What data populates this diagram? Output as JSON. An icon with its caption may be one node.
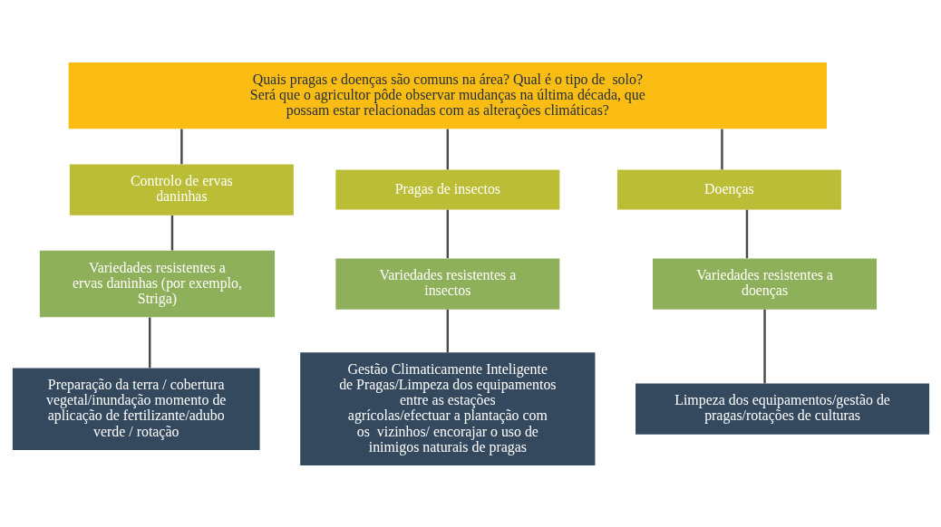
{
  "diagram": {
    "nodes": [
      {
        "text": [
          "Quais pragas e doenças são comuns na área? Qual é o tipo de  solo? Será que o agricultor pôde observar mudanças na última década, que possam estar relacionadas com as alterações climáticas?"
        ]
      },
      {
        "text": [
          "Controlo de ervas daninhas"
        ]
      },
      {
        "text": [
          "Pragas de insectos"
        ]
      },
      {
        "text": [
          "Doenças"
        ]
      },
      {
        "text": [
          "Variedades resistentes a ervas daninhas (por exemplo, Striga)"
        ]
      },
      {
        "text": [
          "Variedades resistentes a insectos"
        ]
      },
      {
        "text": [
          "Variedades resistentes a doenças"
        ]
      },
      {
        "text": [
          "Preparação da terra / cobertura vegetal/inundação momento de aplicação de fertilizante/adubo verde / rotação"
        ]
      },
      {
        "text": [
          "Gestão Climaticamente Inteligente de Pragas/Limpeza dos equipamentos entre as estações agrícolas/efectuar a plantação com os  vizinhos/ encorajar o uso de inimigos naturais de pragas"
        ]
      },
      {
        "text": [
          "Limpeza dos equipamentos/gestão de pragas/rotações de culturas"
        ]
      }
    ],
    "edges": [
      {
        "from": 0,
        "to": 1,
        "arrow": "none"
      },
      {
        "from": 0,
        "to": 2,
        "arrow": "none"
      },
      {
        "from": 0,
        "to": 3,
        "arrow": "none"
      },
      {
        "from": 1,
        "to": 4,
        "arrow": "none"
      },
      {
        "from": 2,
        "to": 5,
        "arrow": "none"
      },
      {
        "from": 3,
        "to": 6,
        "arrow": "none"
      },
      {
        "from": 4,
        "to": 7,
        "arrow": "none"
      },
      {
        "from": 5,
        "to": 8,
        "arrow": "none"
      },
      {
        "from": 6,
        "to": 9,
        "arrow": "none"
      }
    ]
  }
}
